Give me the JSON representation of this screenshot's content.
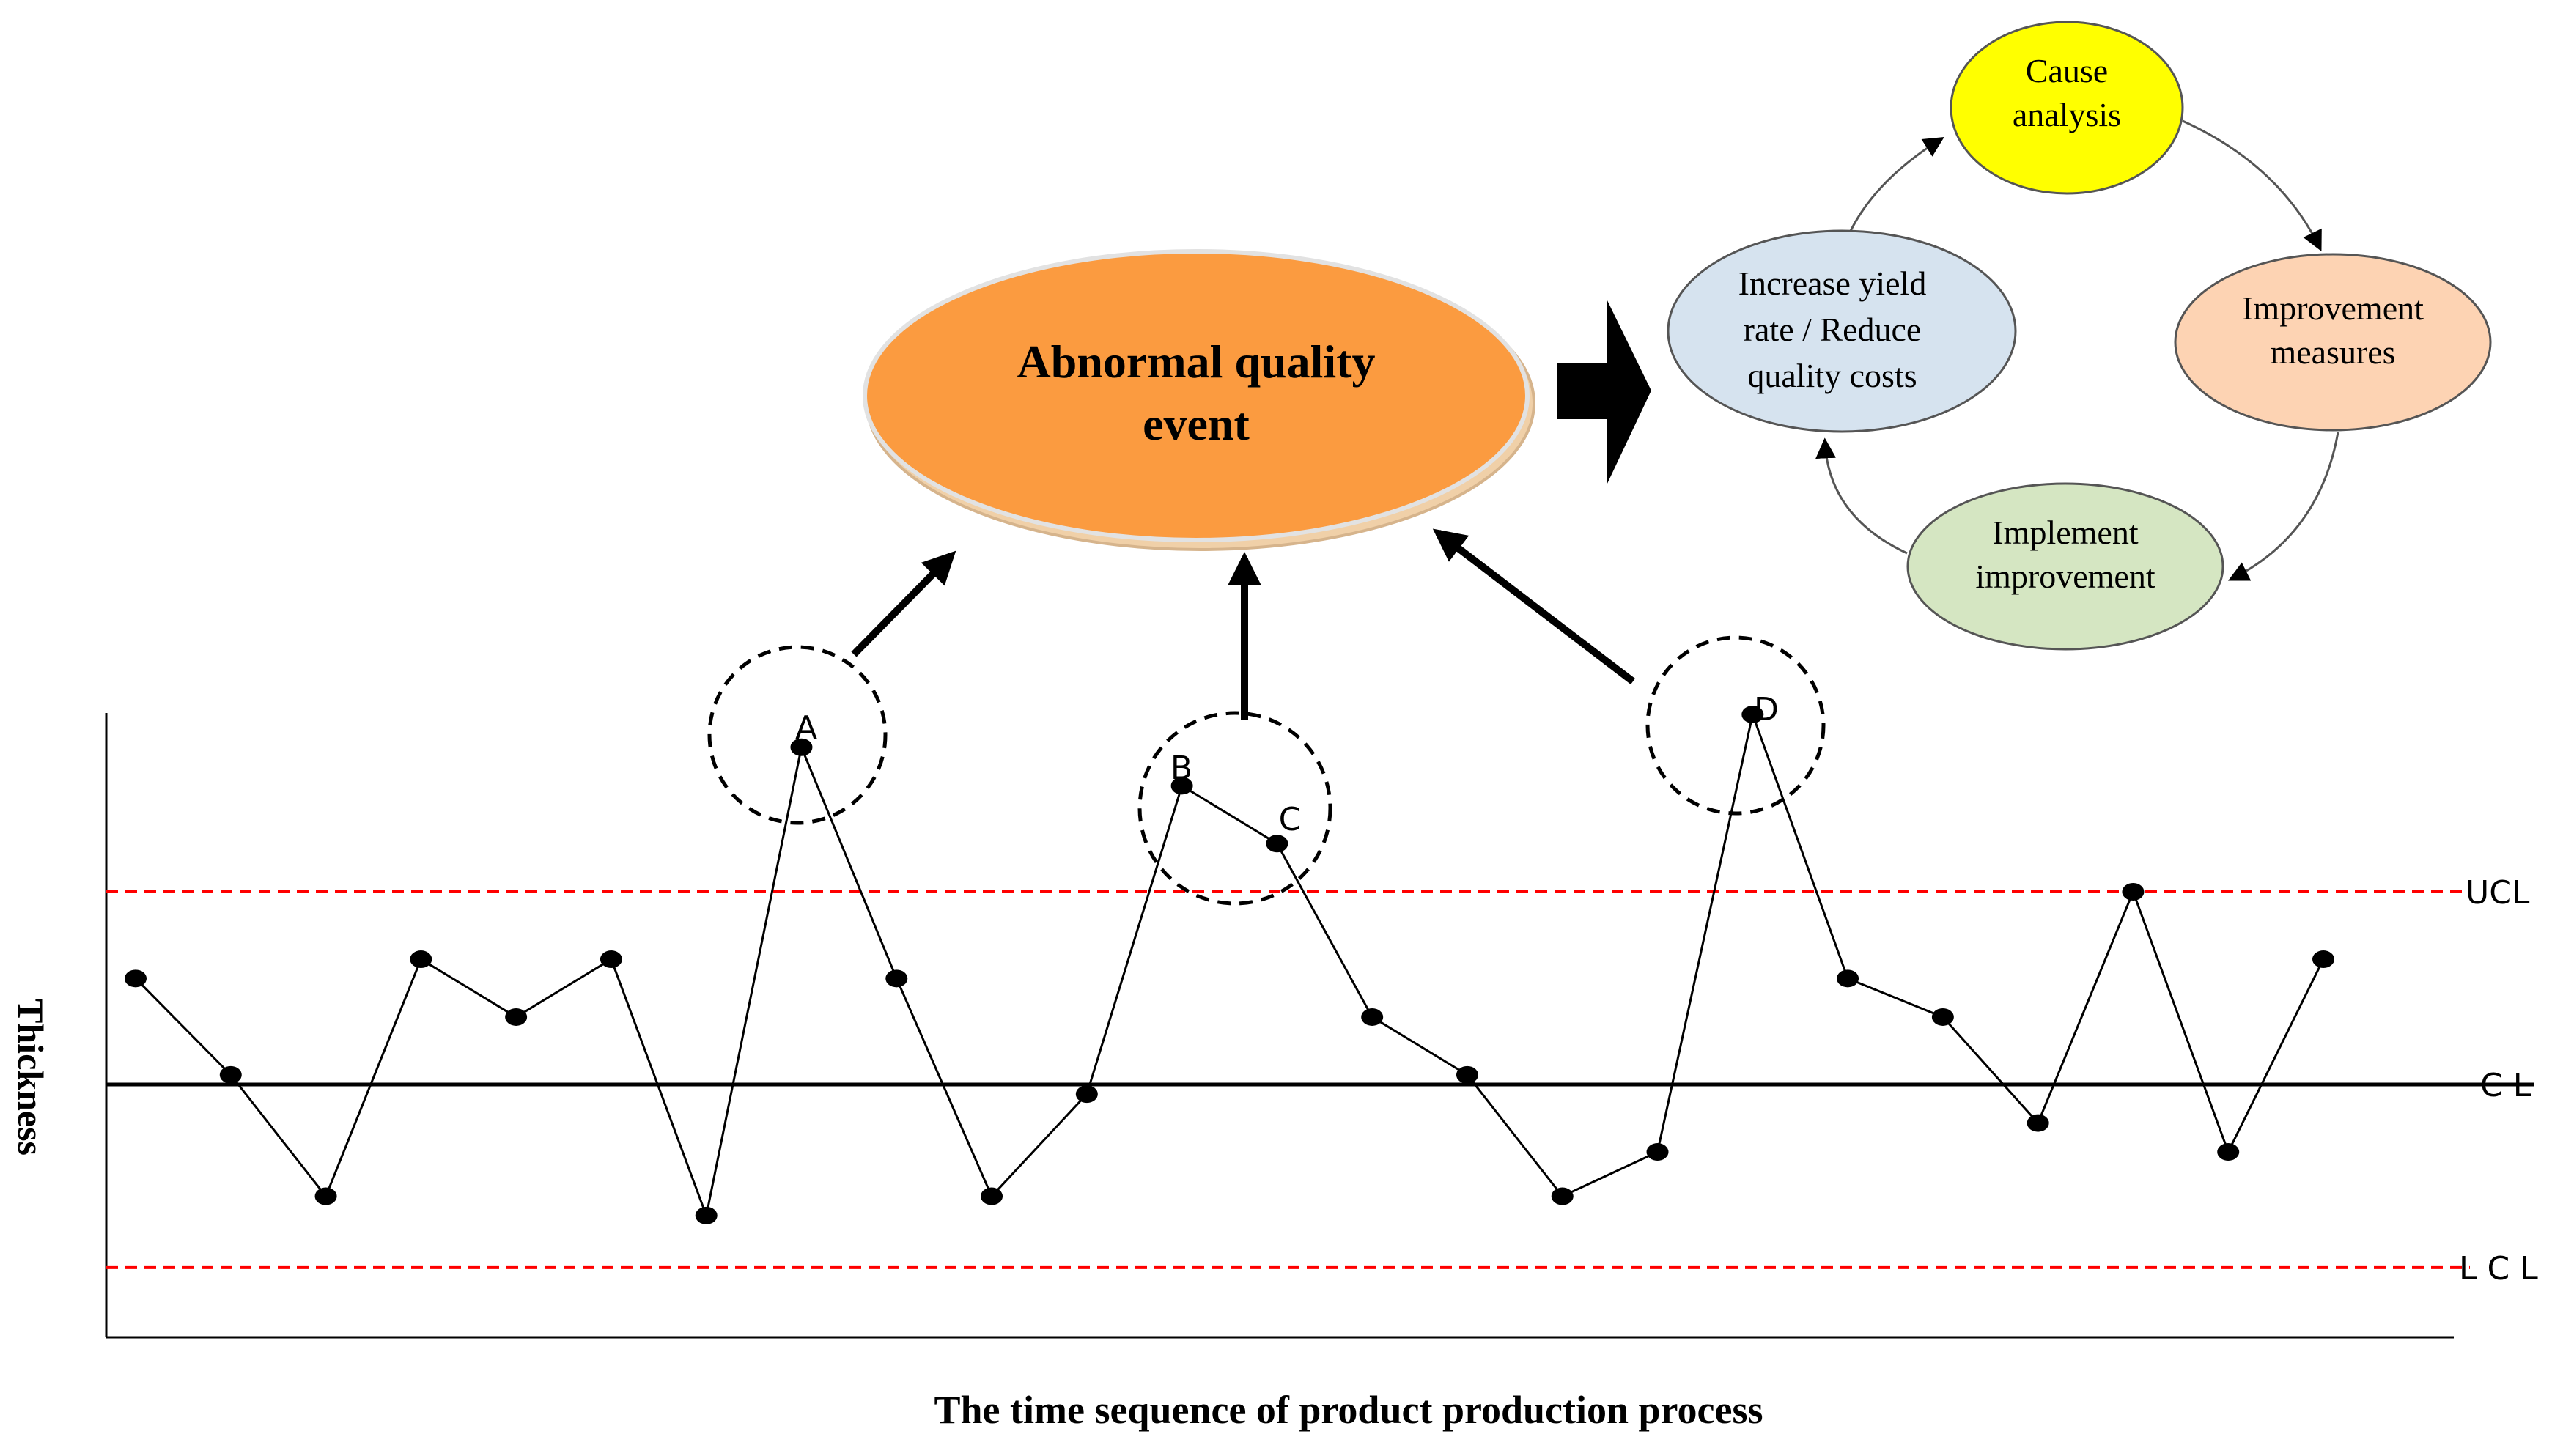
{
  "event": {
    "label_line1": "Abnormal quality",
    "label_line2": "event",
    "color": "#fb9b40"
  },
  "cycle": {
    "cause": {
      "line1": "Cause",
      "line2": "analysis",
      "color": "#ffff00"
    },
    "measures": {
      "line1": "Improvement",
      "line2": "measures",
      "color": "#fdd3b3"
    },
    "implement": {
      "line1": "Implement",
      "line2": "improvement",
      "color": "#d5e6c2"
    },
    "increase": {
      "line1": "Increase yield",
      "line2": "rate / Reduce",
      "line3": "quality costs",
      "color": "#d6e3ef"
    }
  },
  "chart": {
    "ylabel": "Thickness",
    "xlabel": "The time sequence of product production process",
    "ucl_label": "UCL",
    "cl_label": "C L",
    "lcl_label": "L C L",
    "point_labels": {
      "a": "A",
      "b": "B",
      "c": "C",
      "d": "D"
    },
    "limit_color": "#ff0000"
  },
  "chart_data": {
    "type": "line",
    "series": [
      {
        "values": [
          0.55,
          0.05,
          -0.58,
          0.65,
          0.35,
          0.65,
          -0.68,
          1.75,
          0.55,
          -0.58,
          -0.05,
          1.55,
          1.25,
          0.35,
          0.05,
          -0.58,
          -0.35,
          1.92,
          0.55,
          0.35,
          -0.2,
          1.0,
          -0.35,
          0.65
        ]
      }
    ],
    "control_limits": {
      "ucl": 1.0,
      "cl": 0.0,
      "lcl": -0.95
    },
    "ylim": [
      -1.35,
      2.0
    ],
    "highlighted_points": {
      "A": 7,
      "B": 11,
      "C": 12,
      "D": 17
    }
  }
}
